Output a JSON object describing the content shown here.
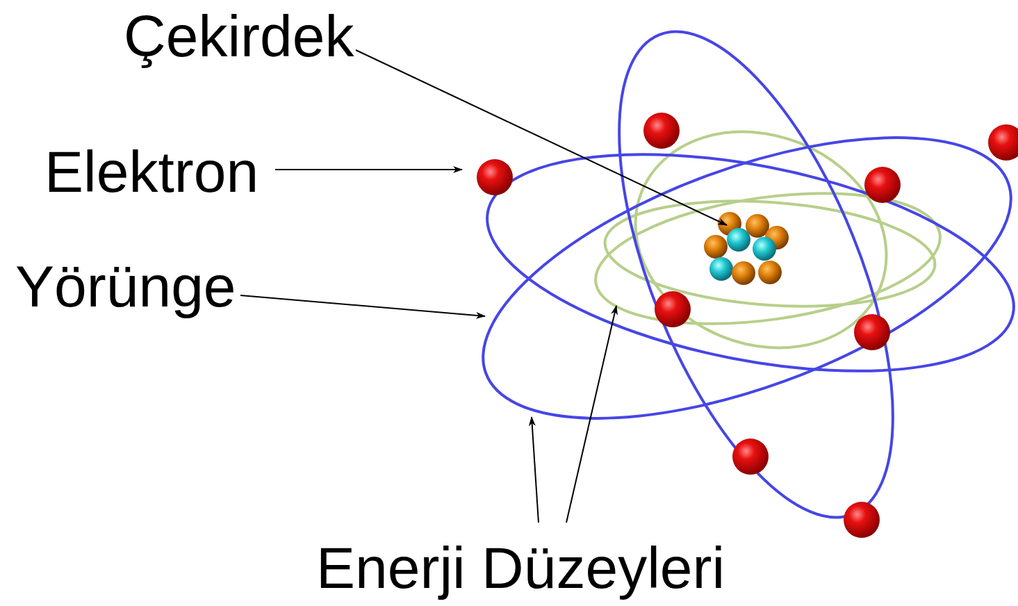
{
  "diagram": {
    "labels": [
      "Çekirdek",
      "Elektron",
      "Yörünge",
      "Enerji Düzeyleri"
    ]
  }
}
